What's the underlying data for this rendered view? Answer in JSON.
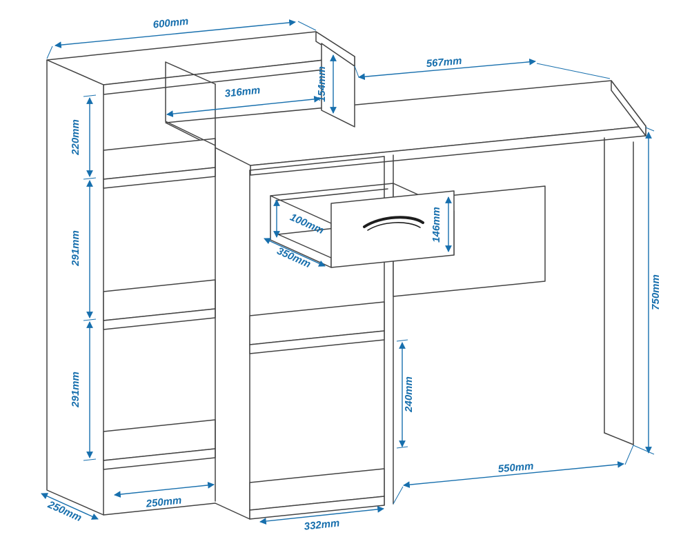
{
  "diagram": {
    "unit": "mm",
    "accent_color": "#176fad",
    "line_color": "#424242",
    "dimensions": {
      "top_panel_width": "600mm",
      "left_top_compartment_height": "220mm",
      "left_middle_compartment_height": "291mm",
      "left_bottom_compartment_height": "291mm",
      "left_unit_depth": "250mm",
      "left_compartment_width": "250mm",
      "hutch_opening_width": "316mm",
      "hutch_opening_height": "154mm",
      "desktop_right_width": "567mm",
      "desk_height": "750mm",
      "drawer_inner_height": "100mm",
      "drawer_depth": "350mm",
      "drawer_front_height": "146mm",
      "lower_compartment_height": "240mm",
      "cabinet_width": "332mm",
      "knee_space_width": "550mm"
    }
  }
}
